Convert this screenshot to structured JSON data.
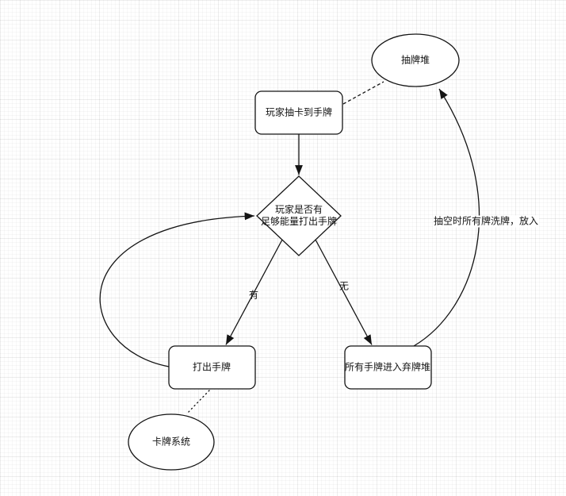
{
  "diagram": {
    "nodes": {
      "draw_pile": {
        "label": "抽牌堆",
        "shape": "ellipse"
      },
      "draw_to_hand": {
        "label": "玩家抽卡到手牌",
        "shape": "rounded-rect"
      },
      "energy_check": {
        "label_line1": "玩家是否有",
        "label_line2": "足够能量打出手牌",
        "shape": "diamond"
      },
      "play_cards": {
        "label": "打出手牌",
        "shape": "rounded-rect"
      },
      "discard_all": {
        "label": "所有手牌进入弃牌堆",
        "shape": "rounded-rect"
      },
      "card_system": {
        "label": "卡牌系统",
        "shape": "ellipse"
      }
    },
    "edge_labels": {
      "yes": "有",
      "no": "无",
      "shuffle": "抽空时所有牌洗牌，放入"
    },
    "colors": {
      "stroke": "#141414",
      "node_fill": "#ffffff",
      "text": "#121212",
      "grid_minor": "#f8f8f8",
      "grid_major": "#f3f3f3",
      "background": "#ffffff"
    }
  }
}
